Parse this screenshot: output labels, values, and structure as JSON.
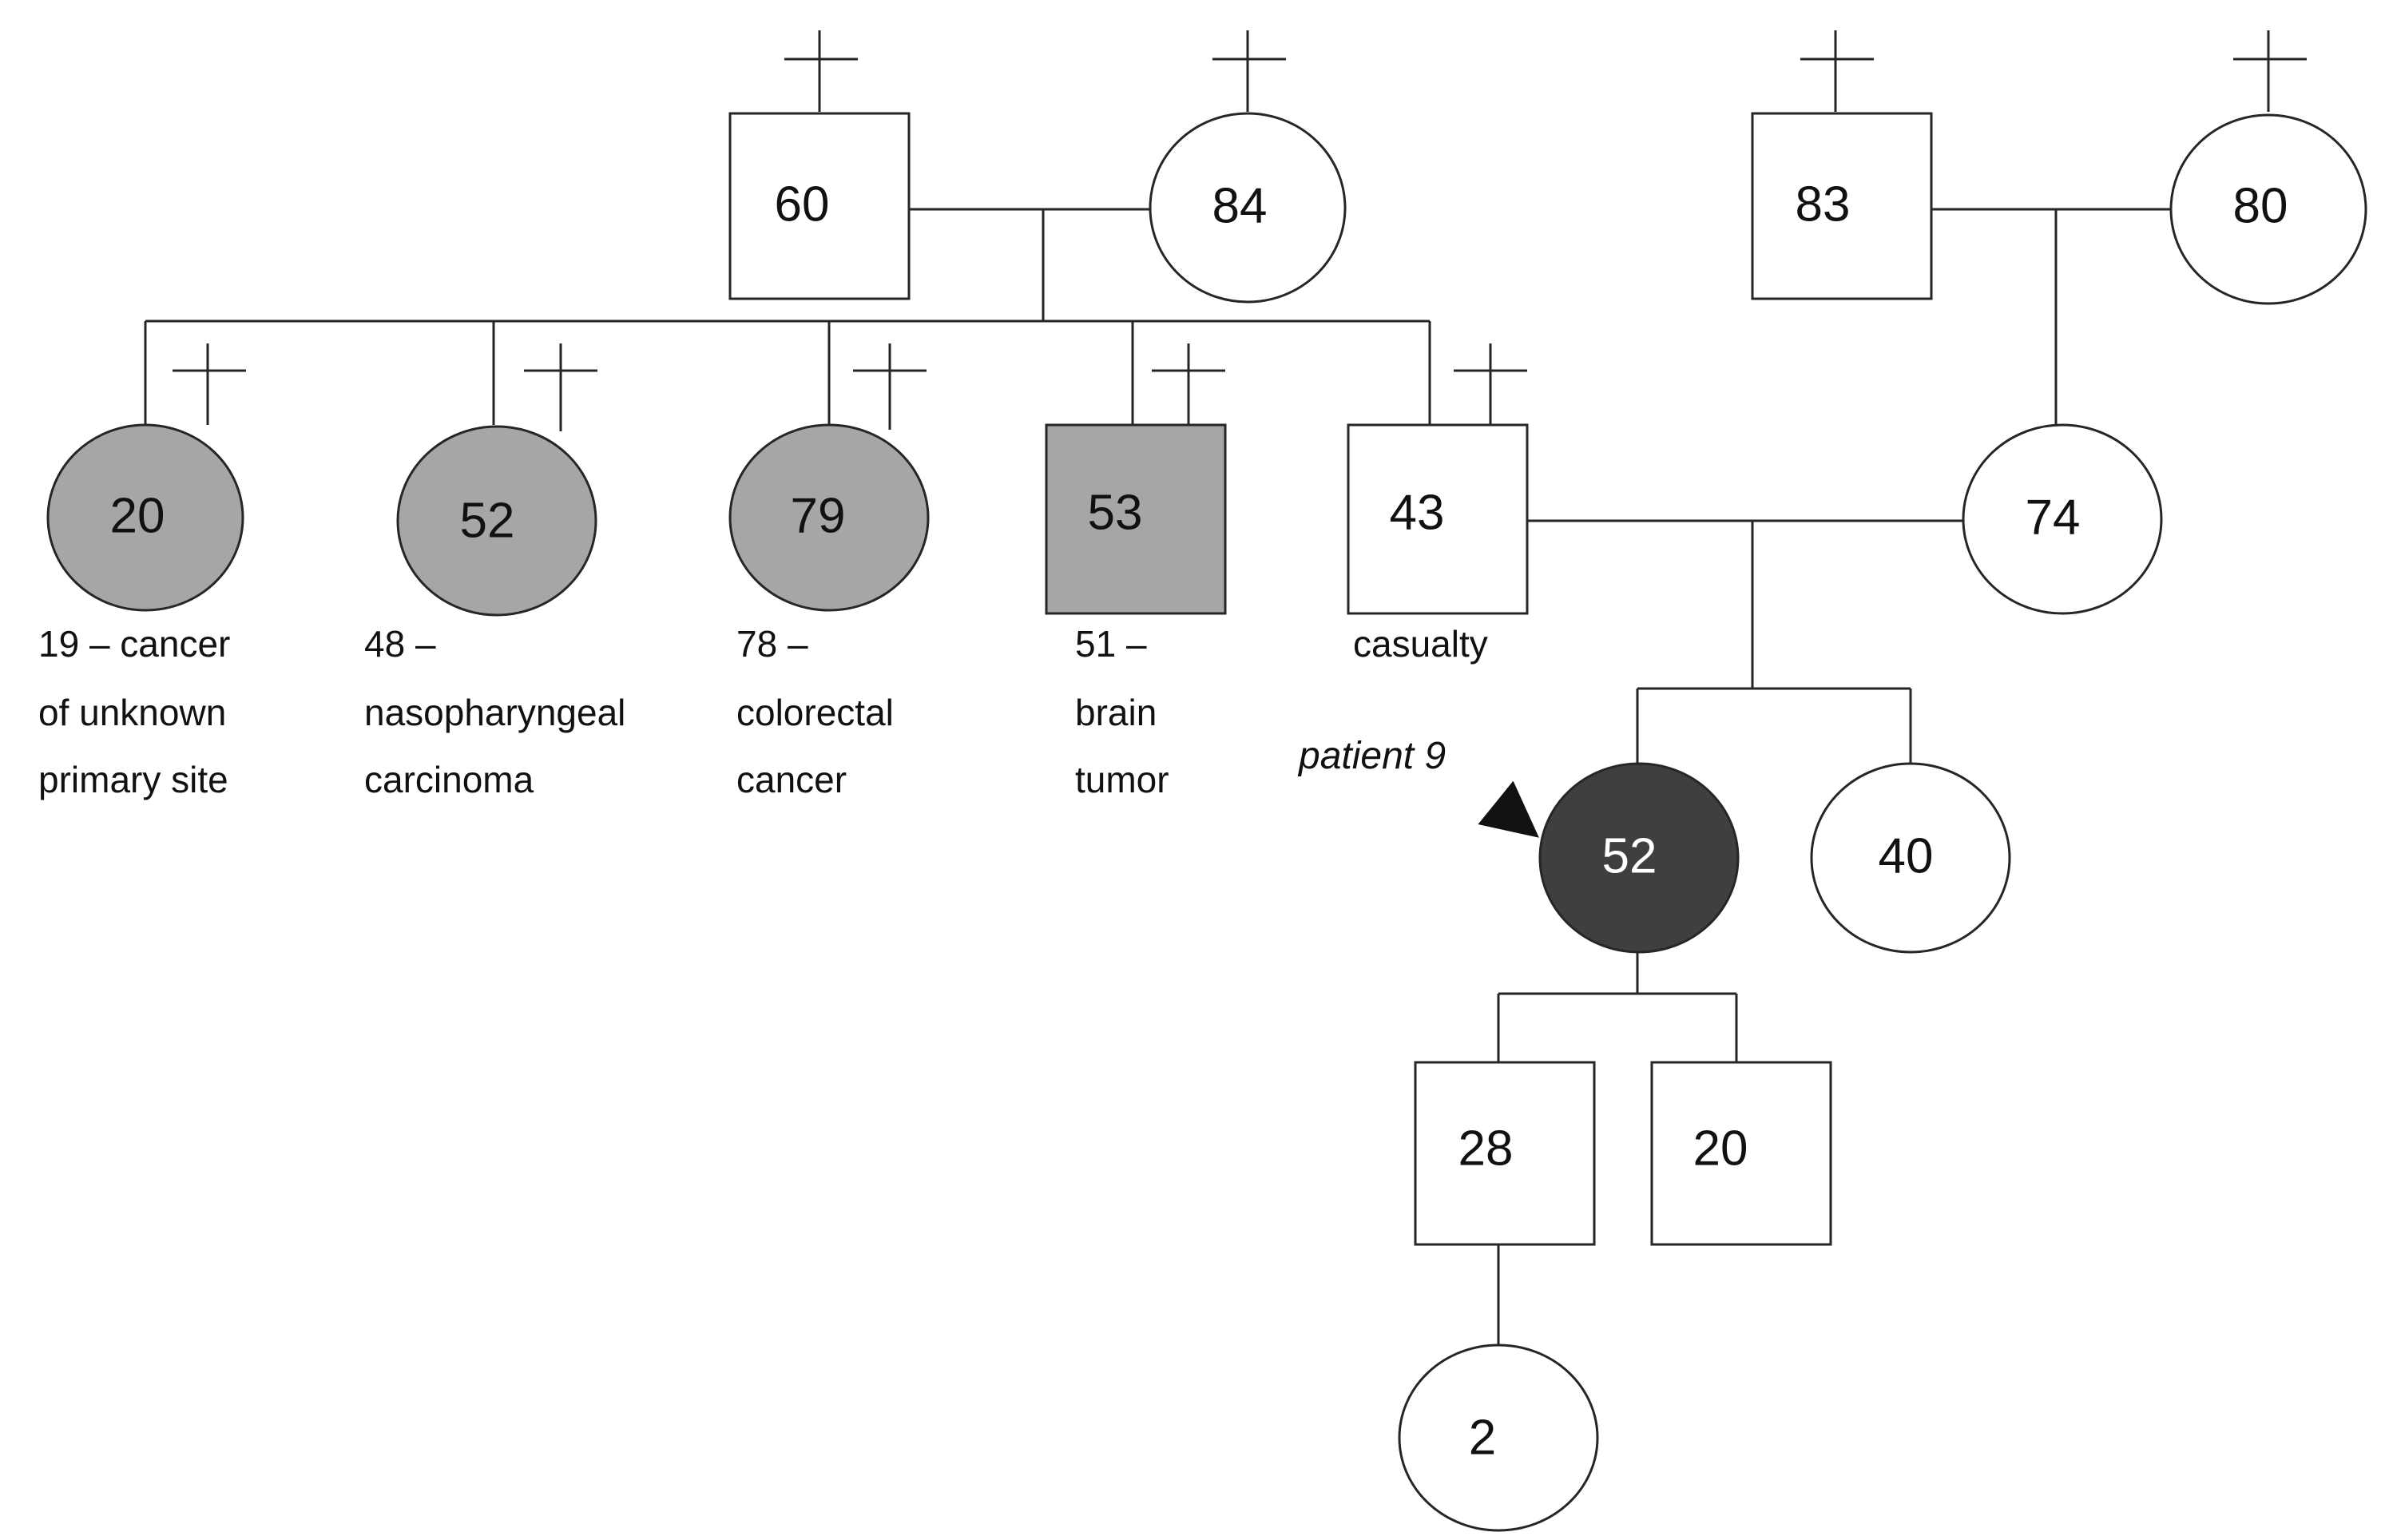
{
  "colors": {
    "unaffected": "#ffffff",
    "affected_relative": "#a6a6a6",
    "affected_male": "#a6a6a6",
    "proband": "#3f3f3f",
    "line": "#262626"
  },
  "individuals": {
    "g1_grandfather": {
      "age": "60",
      "sex": "male",
      "deceased": true
    },
    "g1_grandmother": {
      "age": "84",
      "sex": "female",
      "deceased": true
    },
    "g1_grandfather_maternal": {
      "age": "83",
      "sex": "male",
      "deceased": true
    },
    "g1_grandmother_maternal": {
      "age": "80",
      "sex": "female",
      "deceased": true
    },
    "g2_aunt1": {
      "age": "20",
      "sex": "female",
      "deceased": true,
      "affected": true,
      "note": [
        "19 – cancer",
        "of unknown",
        "primary site"
      ]
    },
    "g2_aunt2": {
      "age": "52",
      "sex": "female",
      "deceased": true,
      "affected": true,
      "note": [
        "48 –",
        "nasopharyngeal",
        "carcinoma"
      ]
    },
    "g2_aunt3": {
      "age": "79",
      "sex": "female",
      "deceased": true,
      "affected": true,
      "note": [
        "78 –",
        "colorectal",
        "cancer"
      ]
    },
    "g2_uncle": {
      "age": "53",
      "sex": "male",
      "deceased": true,
      "affected": true,
      "note": [
        "51 –",
        "brain",
        "tumor"
      ]
    },
    "g2_father": {
      "age": "43",
      "sex": "male",
      "deceased": true,
      "note": [
        "casualty"
      ]
    },
    "g2_mother": {
      "age": "74",
      "sex": "female"
    },
    "g3_proband": {
      "age": "52",
      "sex": "female",
      "proband": true,
      "pointer_label": "patient 9"
    },
    "g3_sister": {
      "age": "40",
      "sex": "female"
    },
    "g4_son1": {
      "age": "28",
      "sex": "male"
    },
    "g4_son2": {
      "age": "20",
      "sex": "male"
    },
    "g5_granddaughter": {
      "age": "2",
      "sex": "female"
    }
  }
}
